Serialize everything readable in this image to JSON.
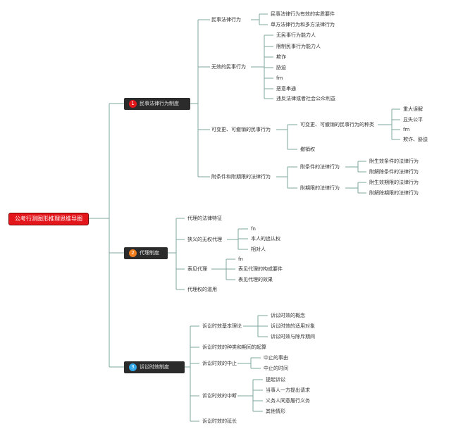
{
  "root": {
    "label": "公考行测图形推理思维导图"
  },
  "colors": {
    "link": "#7fa79d",
    "root_bg": "#e3171b",
    "branch_bg": "#2b2b2b",
    "badge1": "#e3171b",
    "badge2": "#f07d1e",
    "badge3": "#2fa7e8"
  },
  "b1": {
    "num": "1",
    "label": "民事法律行为制度",
    "n1": {
      "label": "民事法律行为",
      "c1": "民事法律行为有效的实质要件",
      "c2": "单方法律行为和多方法律行为"
    },
    "n2": {
      "label": "无效的民事行为",
      "c1": "无民事行为能力人",
      "c2": "限制民事行为能力人",
      "c3": "欺诈",
      "c4": "胁迫",
      "c5": "fm",
      "c6": "恶意串通",
      "c7": "违反法律或者社会公众利益"
    },
    "n3": {
      "label": "可变更、可撤销的民事行为",
      "s1": "可变更、可撤销的民事行为的种类",
      "l1": "重大误解",
      "l2": "显失公平",
      "l3": "fm",
      "l4": "欺诈、胁迫",
      "s2": "撤销权"
    },
    "n4": {
      "label": "附条件和附期限的法律行为",
      "s1": "附条件的法律行为",
      "l1": "附生效条件的法律行为",
      "l2": "附解除条件的法律行为",
      "s2": "附期限的法律行为",
      "l3": "附生效期限的法律行为",
      "l4": "附解除期限的法律行为"
    }
  },
  "b2": {
    "num": "2",
    "label": "代理制度",
    "n1": "代理的法律特征",
    "n2": {
      "label": "狭义的无权代理",
      "c1": "fn",
      "c2": "本人的追认权",
      "c3": "相对人"
    },
    "n3": {
      "label": "表见代理",
      "c1": "fn",
      "c2": "表见代理的构成要件",
      "c3": "表见代理的效果"
    },
    "n4": "代理权的滥用"
  },
  "b3": {
    "num": "3",
    "label": "诉讼时效制度",
    "n1": {
      "label": "诉讼时效基本理论",
      "c1": "诉讼时效的概念",
      "c2": "诉讼时效的适用对象",
      "c3": "诉讼时效与除斥期间"
    },
    "n2": "诉讼时效的种类和期间的起算",
    "n3": {
      "label": "诉讼时效的中止",
      "c1": "中止的事由",
      "c2": "中止的时间"
    },
    "n4": {
      "label": "诉讼时效的中断",
      "c1": "提起诉讼",
      "c2": "当事人一方提出请求",
      "c3": "义务人同意履行义务",
      "c4": "其他情形"
    },
    "n5": "诉讼时效的延长"
  }
}
